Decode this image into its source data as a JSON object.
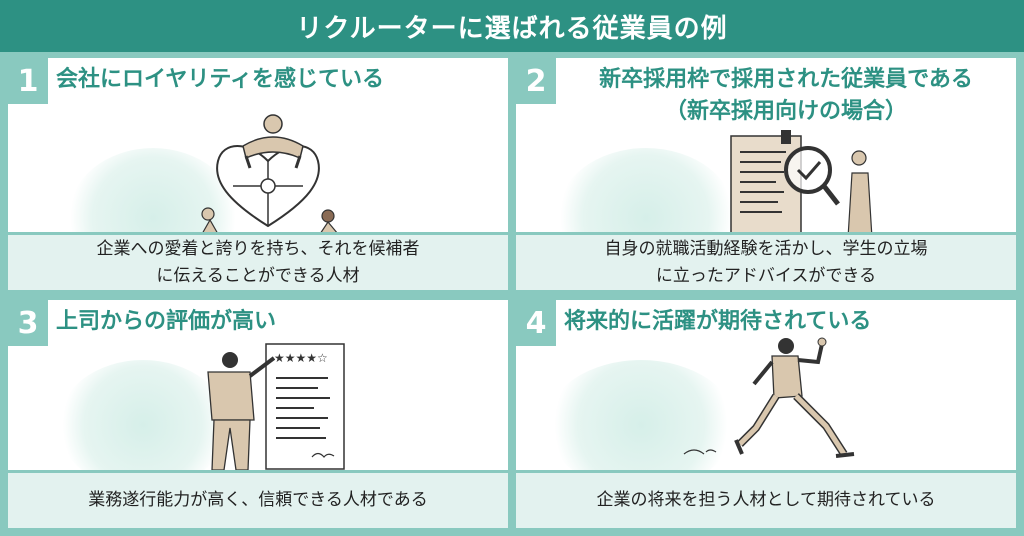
{
  "title": "リクルーターに選ばれる従業員の例",
  "colors": {
    "primary": "#2d9183",
    "accent": "#89c9bf",
    "panel": "#e3f2ef"
  },
  "cards": [
    {
      "number": "1",
      "heading": "会社にロイヤリティを感じている",
      "heading_sub": "",
      "description": "企業への愛着と誇りを持ち、それを候補者\nに伝えることができる人材",
      "illustration": "people-holding-heart-puzzle-icon"
    },
    {
      "number": "2",
      "heading": "新卒採用枠で採用された従業員である",
      "heading_sub": "（新卒採用向けの場合）",
      "description": "自身の就職活動経験を活かし、学生の立場\nに立ったアドバイスができる",
      "illustration": "document-magnifier-person-icon"
    },
    {
      "number": "3",
      "heading": "上司からの評価が高い",
      "heading_sub": "",
      "description": "業務遂行能力が高く、信頼できる人材である",
      "illustration": "person-rating-document-icon"
    },
    {
      "number": "4",
      "heading": "将来的に活躍が期待されている",
      "heading_sub": "",
      "description": "企業の将来を担う人材として期待されている",
      "illustration": "running-person-icon"
    }
  ]
}
